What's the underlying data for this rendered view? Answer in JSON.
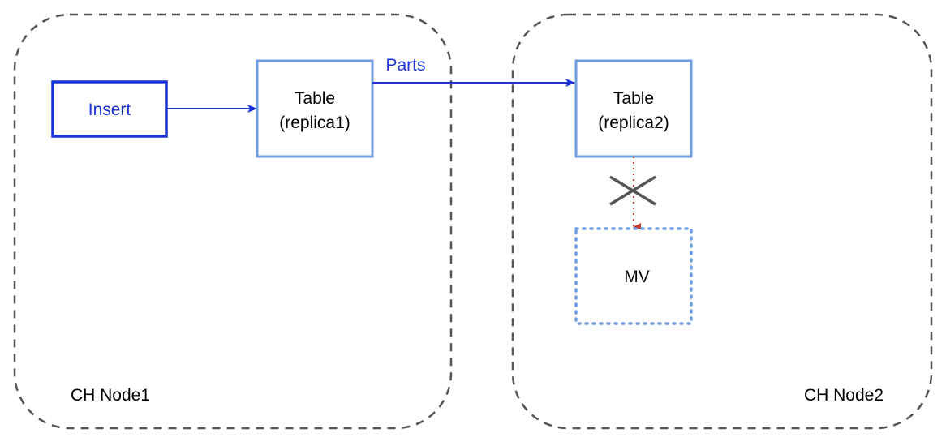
{
  "nodes": [
    {
      "label": "CH Node1"
    },
    {
      "label": "CH Node2"
    }
  ],
  "insert": {
    "label": "Insert"
  },
  "replica1": {
    "line1": "Table",
    "line2": "(replica1)"
  },
  "replica2": {
    "line1": "Table",
    "line2": "(replica2)"
  },
  "mv": {
    "label": "MV"
  },
  "parts_label": "Parts",
  "colors": {
    "node_border": "#555555",
    "insert": "#1a33d9",
    "table_border": "#6f9de0",
    "arrow": "#1a33d9",
    "blocked_arrow": "#c0392b",
    "cross": "#555555",
    "text": "#000000"
  }
}
